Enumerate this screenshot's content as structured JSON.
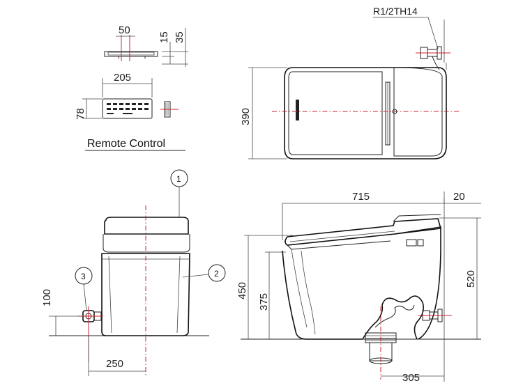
{
  "remote": {
    "caption": "Remote Control",
    "dim_width_holder": "50",
    "dim_height_a": "15",
    "dim_height_b": "35",
    "dim_width": "205",
    "dim_height": "78"
  },
  "top_view": {
    "dim_depth": "390",
    "thread_label": "R1/2TH14"
  },
  "front_view": {
    "dim_inlet_height": "100",
    "dim_inlet_offset": "250",
    "callouts": [
      "1",
      "2",
      "3"
    ]
  },
  "side_view": {
    "dim_length": "715",
    "dim_back": "20",
    "dim_total_height": "520",
    "dim_seat_height": "450",
    "dim_bowl_height": "375",
    "dim_outlet": "305"
  }
}
